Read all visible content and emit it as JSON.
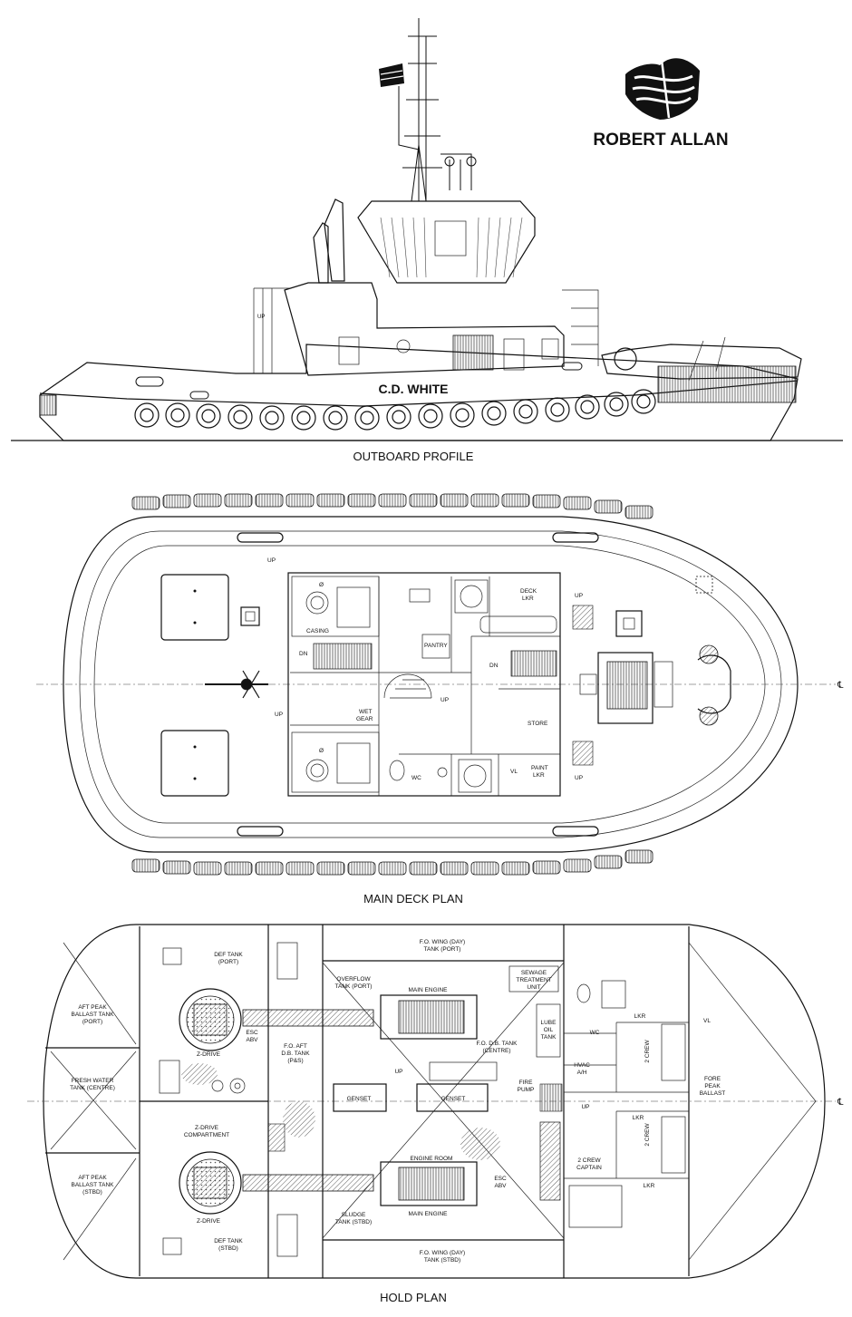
{
  "brand": {
    "name": "ROBERT ALLAN"
  },
  "profile": {
    "title": "OUTBOARD PROFILE",
    "vessel_name": "C.D. WHITE",
    "labels": [
      "UP"
    ]
  },
  "main_deck": {
    "title": "MAIN DECK PLAN",
    "rooms": {
      "casing": "CASING",
      "pantry": "PANTRY",
      "deck_lkr_1": "DECK",
      "deck_lkr_2": "LKR",
      "wet_1": "WET",
      "wet_2": "GEAR",
      "store": "STORE",
      "paint_1": "PAINT",
      "paint_2": "LKR",
      "wc": "WC",
      "vl": "VL",
      "dn_left": "DN",
      "dn_right": "DN",
      "up_top": "UP",
      "up_left": "UP",
      "up_stair": "UP",
      "up_fwd_top": "UP",
      "up_fwd_bot": "UP",
      "phi_top": "Ø",
      "phi_bot": "Ø"
    },
    "centerline": "℄"
  },
  "hold": {
    "title": "HOLD PLAN",
    "labels": {
      "aft_port_1": "AFT PEAK",
      "aft_port_2": "BALLAST TANK",
      "aft_port_3": "(PORT)",
      "fresh_1": "FRESH WATER",
      "fresh_2": "TANK (CENTRE)",
      "aft_stbd_1": "AFT PEAK",
      "aft_stbd_2": "BALLAST TANK",
      "aft_stbd_3": "(STBD)",
      "def_port_1": "DEF TANK",
      "def_port_2": "(PORT)",
      "def_stbd_1": "DEF TANK",
      "def_stbd_2": "(STBD)",
      "zdrive_top": "Z-DRIVE",
      "zdrive_bot": "Z-DRIVE",
      "zcomp_1": "Z-DRIVE",
      "zcomp_2": "COMPARTMENT",
      "esc_aft_1": "ESC",
      "esc_aft_2": "ABV",
      "fo_aft_1": "F.O. AFT",
      "fo_aft_2": "D.B. TANK",
      "fo_aft_3": "(P&S)",
      "overflow_1": "OVERFLOW",
      "overflow_2": "TANK (PORT)",
      "main_engine_top": "MAIN ENGINE",
      "main_engine_bot": "MAIN ENGINE",
      "wing_port_1": "F.O. WING (DAY)",
      "wing_port_2": "TANK (PORT)",
      "wing_stbd_1": "F.O. WING (DAY)",
      "wing_stbd_2": "TANK (STBD)",
      "sewage_1": "SEWAGE",
      "sewage_2": "TREATMENT",
      "sewage_3": "UNIT",
      "lube_1": "LUBE",
      "lube_2": "OIL",
      "lube_3": "TANK",
      "fodb_1": "F.O. D.B. TANK",
      "fodb_2": "(CENTRE)",
      "genset_left": "GENSET",
      "genset_right": "GENSET",
      "up_left": "UP",
      "up_right": "UP",
      "fire_1": "FIRE",
      "fire_2": "PUMP",
      "engine_room": "ENGINE ROOM",
      "esc_fwd_1": "ESC",
      "esc_fwd_2": "ABV",
      "sludge_1": "SLUDGE",
      "sludge_2": "TANK (STBD)",
      "wc": "WC",
      "hvac_1": "HVAC",
      "hvac_2": "A/H",
      "lkr_top": "LKR",
      "lkr_mid": "LKR",
      "lkr_bot": "LKR",
      "crew_top": "2 CREW",
      "crew_mid": "2 CREW",
      "captain_1": "2 CREW",
      "captain_2": "CAPTAIN",
      "vl": "VL",
      "fore_1": "FORE",
      "fore_2": "PEAK",
      "fore_3": "BALLAST"
    },
    "centerline": "℄"
  }
}
